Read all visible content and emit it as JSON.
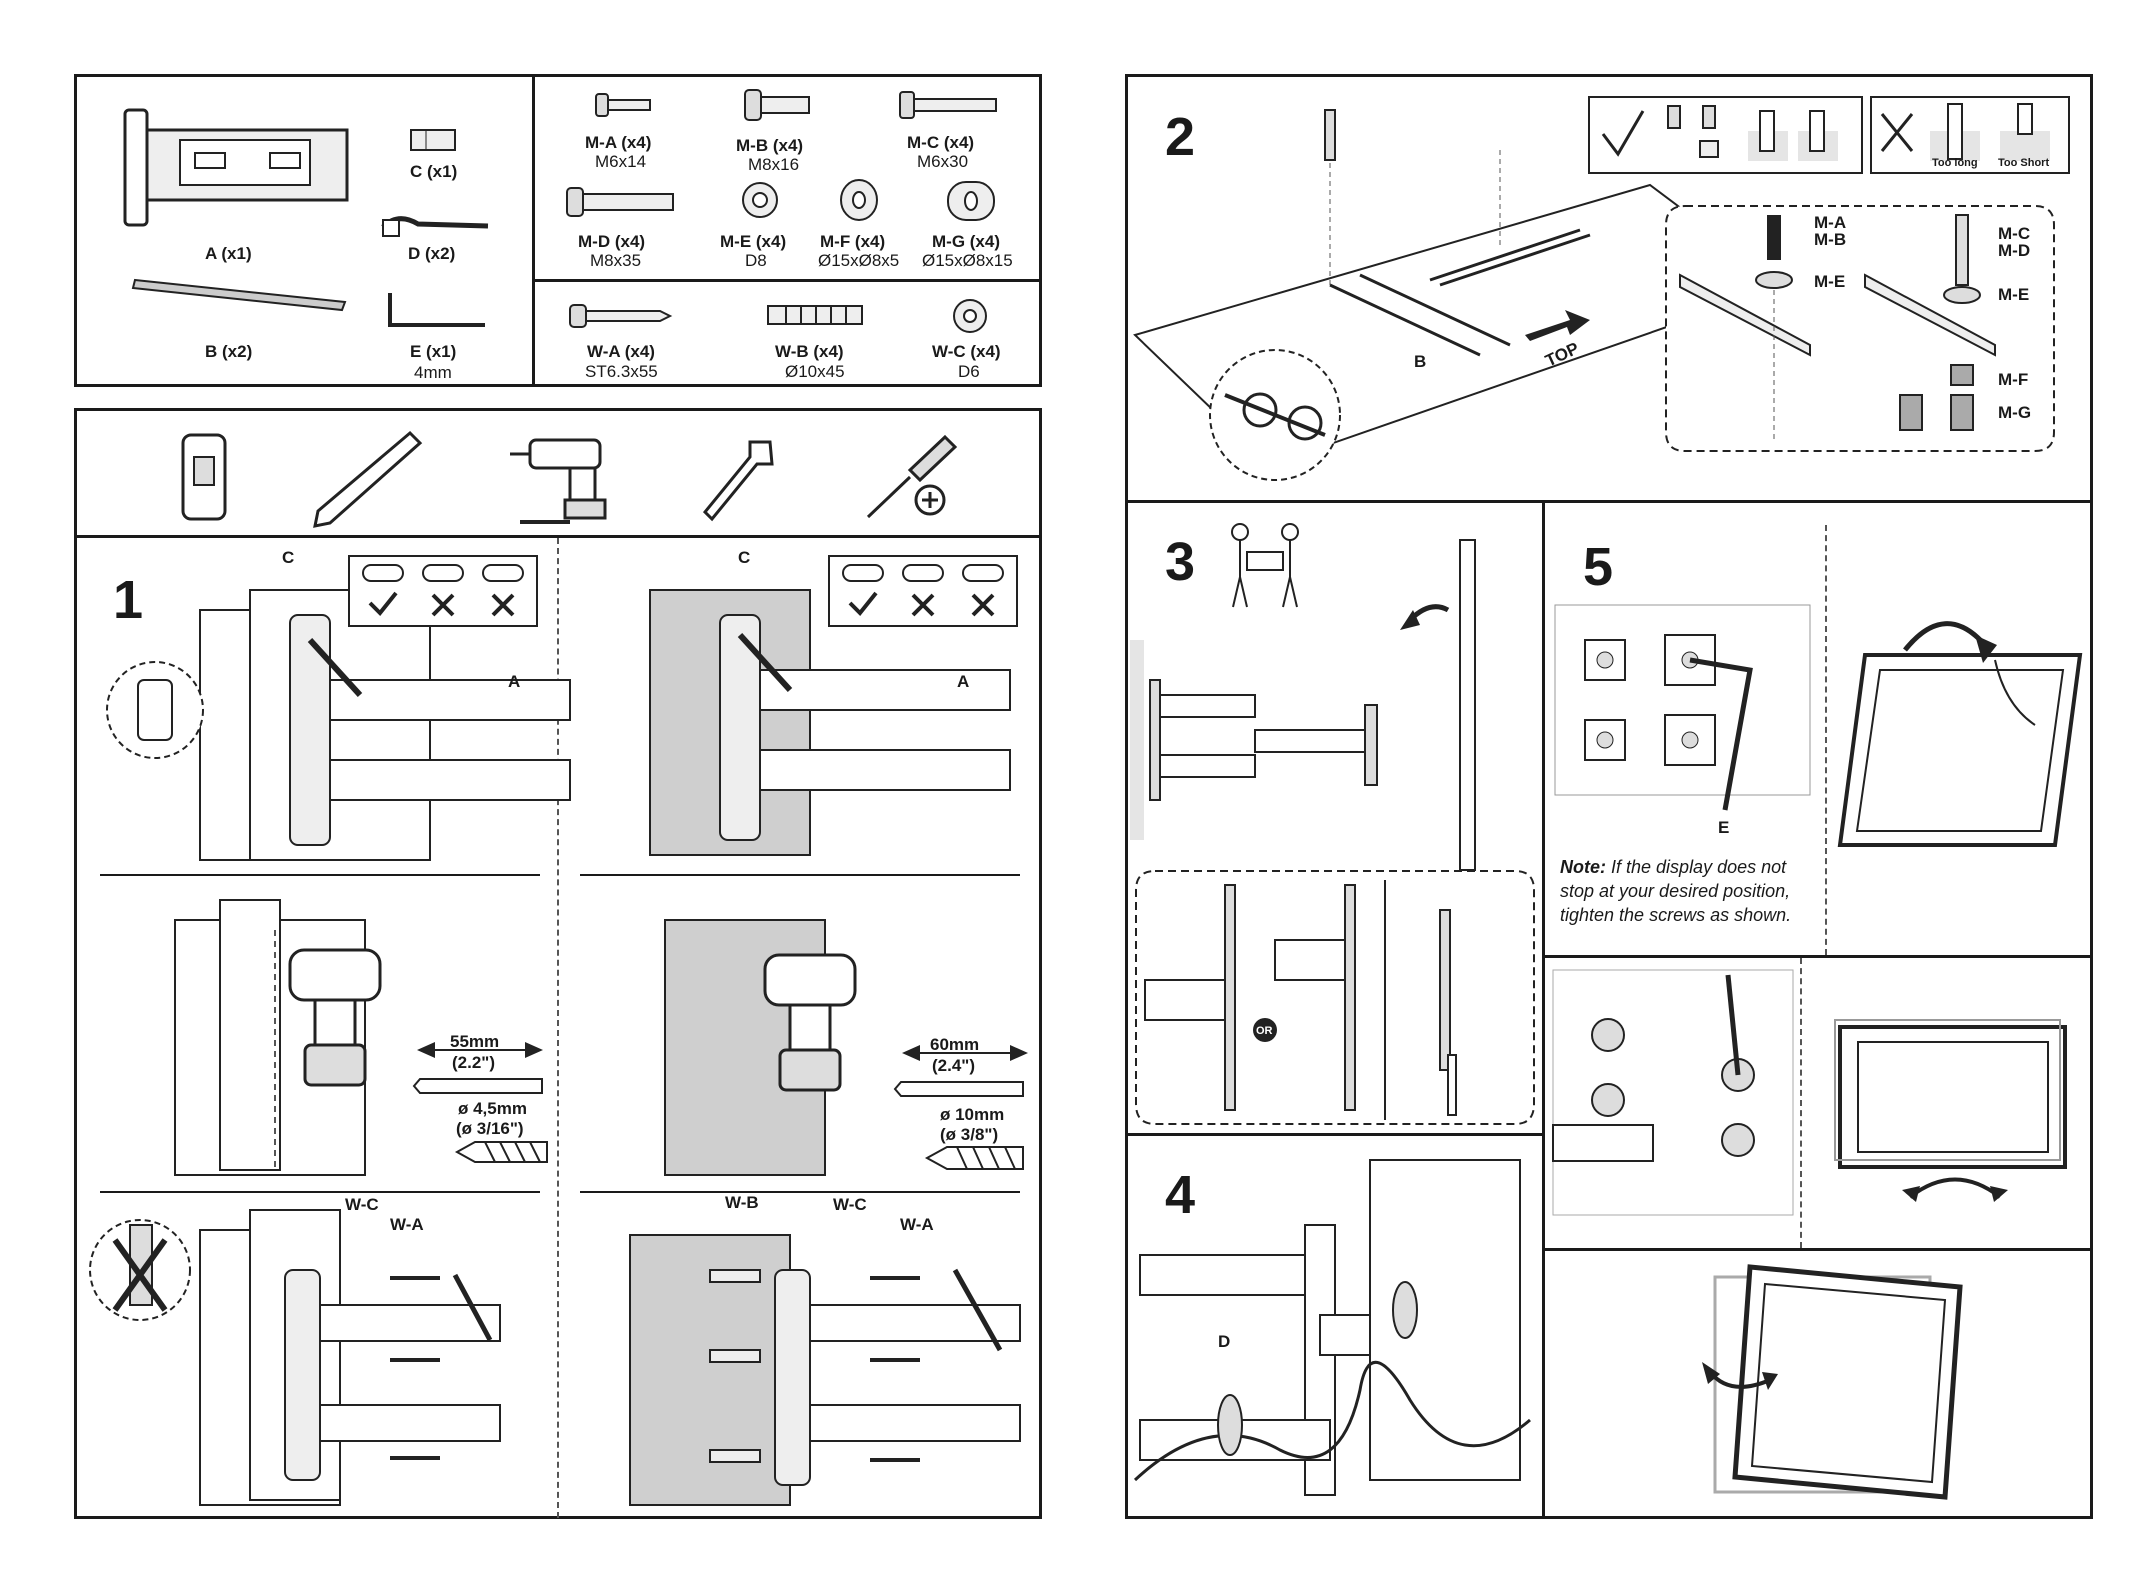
{
  "parts": [
    {
      "code": "A (x1)",
      "size": ""
    },
    {
      "code": "C (x1)",
      "size": ""
    },
    {
      "code": "D (x2)",
      "size": ""
    },
    {
      "code": "B (x2)",
      "size": ""
    },
    {
      "code": "E (x1)",
      "size": "4mm"
    }
  ],
  "hardware_tv": [
    {
      "code": "M-A (x4)",
      "size": "M6x14"
    },
    {
      "code": "M-B (x4)",
      "size": "M8x16"
    },
    {
      "code": "M-C (x4)",
      "size": "M6x30"
    },
    {
      "code": "M-D (x4)",
      "size": "M8x35"
    },
    {
      "code": "M-E (x4)",
      "size": "D8"
    },
    {
      "code": "M-F (x4)",
      "size": "Ø15xØ8x5"
    },
    {
      "code": "M-G (x4)",
      "size": "Ø15xØ8x15"
    }
  ],
  "hardware_wall": [
    {
      "code": "W-A (x4)",
      "size": "ST6.3x55"
    },
    {
      "code": "W-B (x4)",
      "size": "Ø10x45"
    },
    {
      "code": "W-C (x4)",
      "size": "D6"
    }
  ],
  "steps": {
    "s1": "1",
    "s2": "2",
    "s3": "3",
    "s4": "4",
    "s5": "5"
  },
  "step1": {
    "callout_c": "C",
    "callout_a": "A",
    "wood_spacing": "55mm",
    "wood_spacing_in": "(2.2\")",
    "wood_drill": "ø 4,5mm",
    "wood_drill_in": "(ø 3/16\")",
    "concrete_spacing": "60mm",
    "concrete_spacing_in": "(2.4\")",
    "concrete_drill": "ø 10mm",
    "concrete_drill_in": "(ø 3/8\")",
    "wc": "W-C",
    "wa": "W-A",
    "wb": "W-B"
  },
  "step2": {
    "top": "TOP",
    "b": "B",
    "ma": "M-A",
    "mb": "M-B",
    "me": "M-E",
    "mc": "M-C",
    "md": "M-D",
    "me2": "M-E",
    "mf": "M-F",
    "mg": "M-G",
    "too_long": "Too long",
    "too_short": "Too Short"
  },
  "step3": {
    "or": "OR"
  },
  "step4": {
    "d": "D"
  },
  "step5": {
    "e": "E",
    "note_label": "Note:",
    "note_text": "If the display does not stop at your desired position, tighten the screws as shown."
  }
}
